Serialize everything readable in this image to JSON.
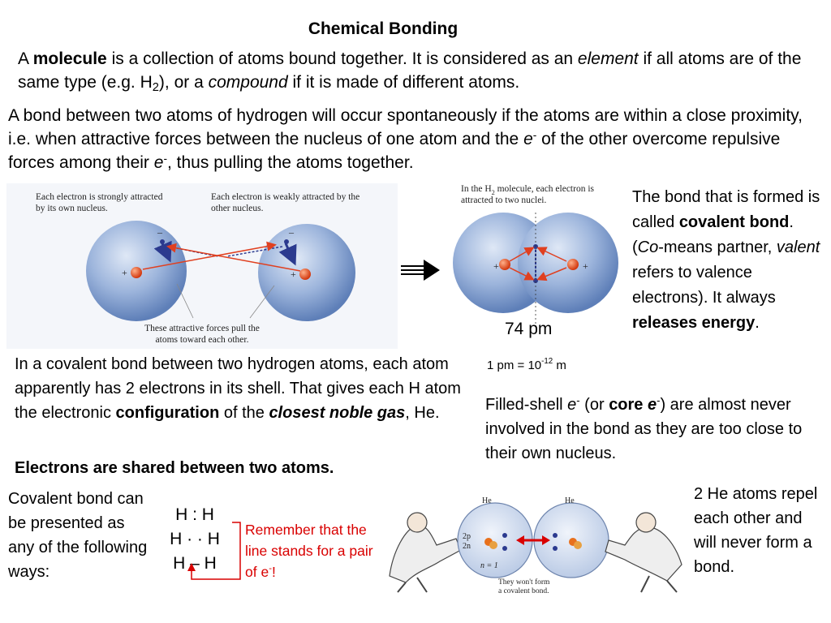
{
  "title": "Chemical Bonding",
  "intro": {
    "p1_a": "A ",
    "p1_b": "molecule",
    "p1_c": " is a collection of atoms bound together. It is considered as an ",
    "p1_d": "element",
    "p1_e": " if all atoms are of the same type (e.g. H",
    "p1_sub": "2",
    "p1_f": "), or a ",
    "p1_g": "compound",
    "p1_h": " if it is made of different atoms."
  },
  "bond_para": {
    "a": "A bond between two atoms of hydrogen will occur spontaneously if the atoms are within a close proximity, i.e. when attractive forces between the nucleus of one atom and the ",
    "e1": "e",
    "sup1": "-",
    "b": " of the other overcome repulsive forces among their ",
    "e2": "e",
    "sup2": "-",
    "c": ", thus pulling the atoms together."
  },
  "figure_left": {
    "label_left": "Each electron is strongly attracted by its own nucleus.",
    "label_right": "Each electron is weakly attracted by the other nucleus.",
    "label_bottom": "These attractive forces pull the atoms toward each other."
  },
  "figure_right": {
    "label_top_a": "In the H",
    "label_top_sub": "2",
    "label_top_b": " molecule, each electron is attracted to two nuclei."
  },
  "distance": {
    "value": "74 pm",
    "conv_a": "1 pm = 10",
    "conv_sup": "-12",
    "conv_b": " m"
  },
  "covalent_box": {
    "a": "The bond that is formed is called ",
    "b": "covalent bond",
    "c": ". (",
    "d": "Co",
    "e": "-means partner, ",
    "f": "valent",
    "g": " refers to valence electrons). It always ",
    "h": "releases energy",
    "i": "."
  },
  "config_para": {
    "a": "In a covalent bond between two hydrogen atoms, each atom apparently has 2 electrons in its shell. That gives each H atom the electronic ",
    "b": "configuration",
    "c": " of the ",
    "d": "closest noble gas",
    "e": ", He."
  },
  "shared": "Electrons are shared between two atoms.",
  "filled_shell": {
    "a": "Filled-shell ",
    "e1": "e",
    "sup1": "-",
    "b": " (or ",
    "c": "core ",
    "e2": "e",
    "sup2": "-",
    "d": ") are almost never involved in the bond as they are too close to their own nucleus."
  },
  "representations": {
    "caption": "Covalent bond can be presented as any of the following ways:",
    "colon_form": "H : H",
    "dot_form": "H · · H",
    "line_form": "H – H",
    "note_a": "Remember that the line stands for a pair of e",
    "note_sup": "-",
    "note_b": "!"
  },
  "helium": {
    "caption": "2 He atoms repel each other and will never form a bond.",
    "label_he": "He",
    "label_2p": "2p",
    "label_2n": "2n",
    "label_n1": "n = 1",
    "bottom_note": "They won't form a covalent bond."
  },
  "colors": {
    "red": "#d90000",
    "sphere": "#7d9fd0",
    "electron_arrow": "#2b3a8f",
    "nucleus": "#e8501c"
  }
}
